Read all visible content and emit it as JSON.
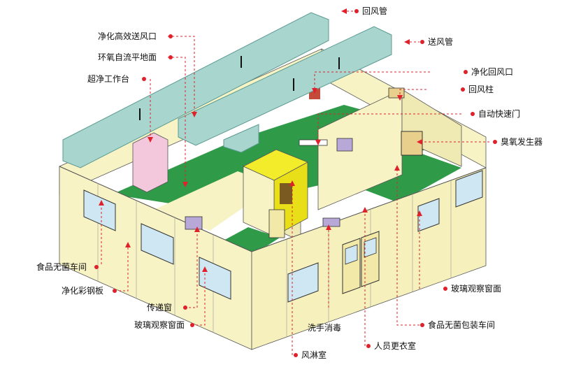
{
  "labels": {
    "return_air_duct": "回风管",
    "supply_air_duct": "送风管",
    "hepa_supply_outlet": "净化高效送风口",
    "epoxy_floor": "环氧自流平地面",
    "clean_bench": "超净工作台",
    "return_air_outlet": "净化回风口",
    "return_air_column": "回风柱",
    "auto_fast_door": "自动快速门",
    "ozone_generator": "臭氧发生器",
    "food_aseptic_workshop": "食品无菌车间",
    "clean_color_steel_panel": "净化彩钢板",
    "pass_box": "传递窗",
    "glass_window_left": "玻璃观察窗面",
    "glass_window_right": "玻璃观察窗面",
    "hand_wash_disinfect": "洗手消毒",
    "food_aseptic_packaging": "食品无菌包装车间",
    "staff_changing_room": "人员更衣室",
    "air_shower": "风淋室"
  },
  "colors": {
    "wall": "#f7f3c4",
    "wall_shade": "#e6e0a4",
    "floor": "#2f9b48",
    "duct": "#a8d6cf",
    "duct_dark": "#7fbcb4",
    "window": "#cfe7f3",
    "air_shower": "#f2ec2a",
    "leader": "#e0202a",
    "arrow": "#e0202a"
  }
}
